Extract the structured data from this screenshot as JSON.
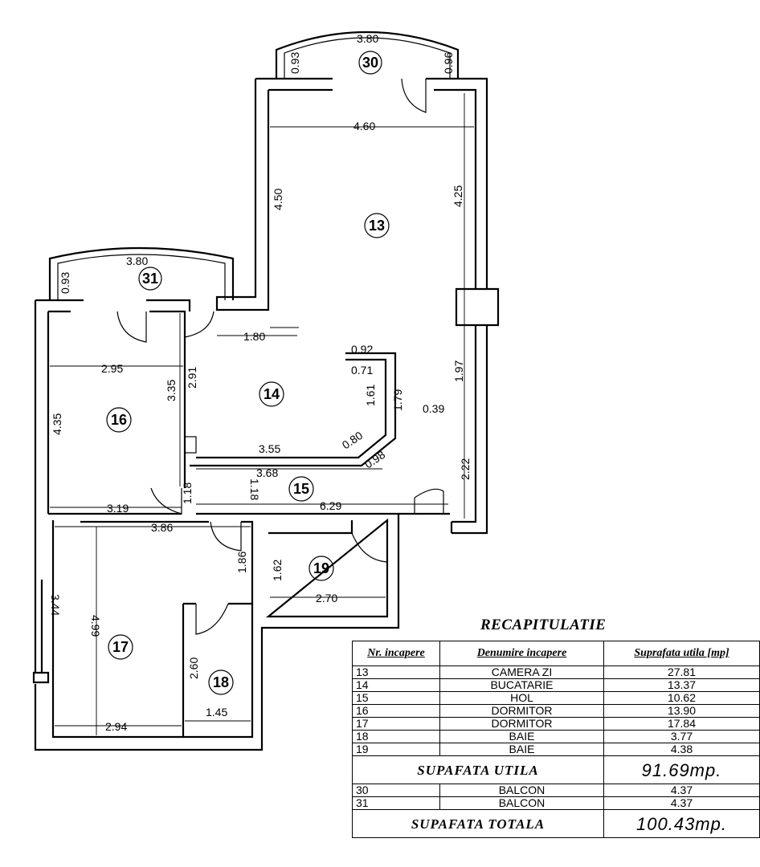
{
  "plan": {
    "rooms": [
      {
        "id": "13",
        "label": "13"
      },
      {
        "id": "14",
        "label": "14"
      },
      {
        "id": "15",
        "label": "15"
      },
      {
        "id": "16",
        "label": "16"
      },
      {
        "id": "17",
        "label": "17"
      },
      {
        "id": "18",
        "label": "18"
      },
      {
        "id": "19",
        "label": "19"
      },
      {
        "id": "30",
        "label": "30"
      },
      {
        "id": "31",
        "label": "31"
      }
    ],
    "dims": {
      "b30_w": "3.80",
      "b30_l": "0.93",
      "b30_r": "0.96",
      "r13_w": "4.60",
      "r13_l": "4.50",
      "r13_r": "4.25",
      "b31_w": "3.80",
      "b31_l": "0.93",
      "d180": "1.80",
      "d092": "0.92",
      "d071": "0.71",
      "d161": "1.61",
      "d179": "1.79",
      "d197": "1.97",
      "d039": "0.39",
      "d222": "2.22",
      "r14_h": "2.91",
      "r14_w": "3.55",
      "d080": "0.80",
      "d098": "0.98",
      "d368": "3.68",
      "r16_w": "2.95",
      "r16_l": "4.35",
      "r16_r": "3.35",
      "d118a": "1.18",
      "d118b": "1.18",
      "d319": "3.19",
      "d629": "6.29",
      "d386": "3.86",
      "d186": "1.86",
      "d162": "1.62",
      "d270": "2.70",
      "d344": "3.44",
      "d499": "4.99",
      "d294": "2.94",
      "d260": "2.60",
      "d145": "1.45"
    }
  },
  "recap": {
    "title": "RECAPITULATIE",
    "headers": {
      "nr": "Nr. incapere",
      "name": "Denumire incapere",
      "area": "Suprafata utila [mp]"
    },
    "rows": [
      {
        "nr": "13",
        "name": "CAMERA ZI",
        "area": "27.81"
      },
      {
        "nr": "14",
        "name": "BUCATARIE",
        "area": "13.37"
      },
      {
        "nr": "15",
        "name": "HOL",
        "area": "10.62"
      },
      {
        "nr": "16",
        "name": "DORMITOR",
        "area": "13.90"
      },
      {
        "nr": "17",
        "name": "DORMITOR",
        "area": "17.84"
      },
      {
        "nr": "18",
        "name": "BAIE",
        "area": "3.77"
      },
      {
        "nr": "19",
        "name": "BAIE",
        "area": "4.38"
      }
    ],
    "util_label": "SUPAFATA UTILA",
    "util_value": "91.69mp.",
    "balcony_rows": [
      {
        "nr": "30",
        "name": "BALCON",
        "area": "4.37"
      },
      {
        "nr": "31",
        "name": "BALCON",
        "area": "4.37"
      }
    ],
    "total_label": "SUPAFATA TOTALA",
    "total_value": "100.43mp."
  }
}
